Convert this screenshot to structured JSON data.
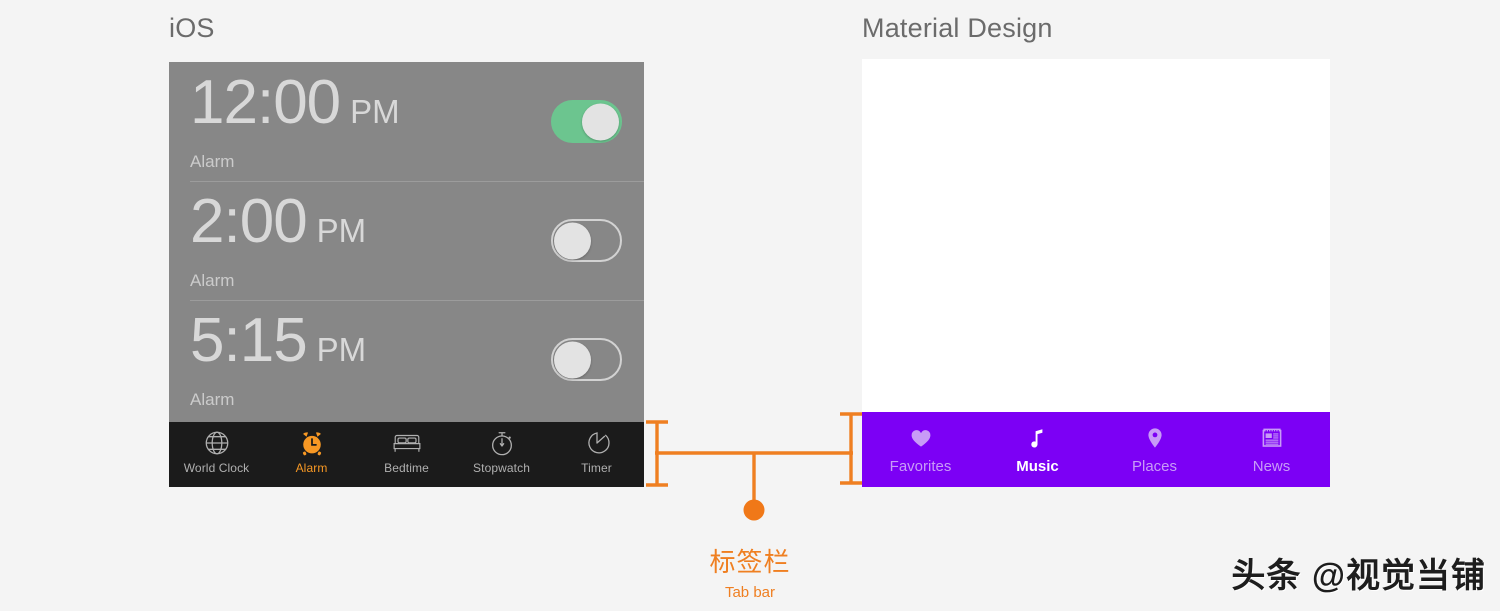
{
  "headings": {
    "ios": "iOS",
    "material": "Material Design"
  },
  "ios_panel": {
    "alarms": [
      {
        "time": "12:00",
        "ampm": "PM",
        "label": "Alarm",
        "enabled": true
      },
      {
        "time": "2:00",
        "ampm": "PM",
        "label": "Alarm",
        "enabled": false
      },
      {
        "time": "5:15",
        "ampm": "PM",
        "label": "Alarm",
        "enabled": false
      }
    ],
    "tabbar": {
      "items": [
        {
          "label": "World Clock",
          "icon": "globe-icon",
          "active": false
        },
        {
          "label": "Alarm",
          "icon": "alarm-clock-icon",
          "active": true
        },
        {
          "label": "Bedtime",
          "icon": "bed-icon",
          "active": false
        },
        {
          "label": "Stopwatch",
          "icon": "stopwatch-icon",
          "active": false
        },
        {
          "label": "Timer",
          "icon": "timer-icon",
          "active": false
        }
      ],
      "active_color": "#f79824",
      "inactive_color": "#b0b0b0",
      "background": "#1b1b1b"
    },
    "switch_on_color": "#6cc58f",
    "panel_background": "#878787"
  },
  "material_panel": {
    "tabbar": {
      "items": [
        {
          "label": "Favorites",
          "icon": "heart-icon",
          "active": false
        },
        {
          "label": "Music",
          "icon": "music-note-icon",
          "active": true
        },
        {
          "label": "Places",
          "icon": "map-pin-icon",
          "active": false
        },
        {
          "label": "News",
          "icon": "newspaper-icon",
          "active": false
        }
      ],
      "active_color": "#ffffff",
      "inactive_color": "#c89bf7",
      "background": "#7c00f5"
    },
    "canvas_background": "#ffffff"
  },
  "annotation": {
    "label_zh": "标签栏",
    "label_en": "Tab bar",
    "color": "#ef7f21"
  },
  "watermark": {
    "text": "头条 @视觉当铺"
  }
}
